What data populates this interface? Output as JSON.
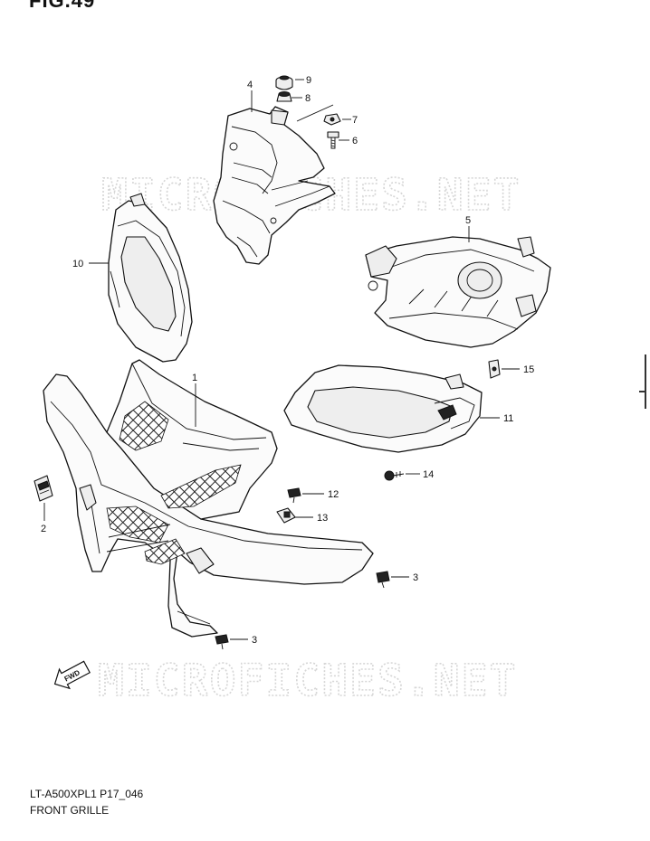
{
  "figure": {
    "title": "FIG.49"
  },
  "watermark": {
    "text": "MICROFICHES.NET"
  },
  "footer": {
    "code": "LT-A500XPL1 P17_046",
    "name": "FRONT GRILLE"
  },
  "callouts": {
    "c1": "1",
    "c2": "2",
    "c3a": "3",
    "c3b": "3",
    "c4": "4",
    "c5": "5",
    "c6": "6",
    "c7": "7",
    "c8": "8",
    "c9": "9",
    "c10": "10",
    "c11": "11",
    "c12": "12",
    "c13": "13",
    "c14": "14",
    "c15": "15"
  },
  "direction_icon": {
    "label": "FWD"
  }
}
